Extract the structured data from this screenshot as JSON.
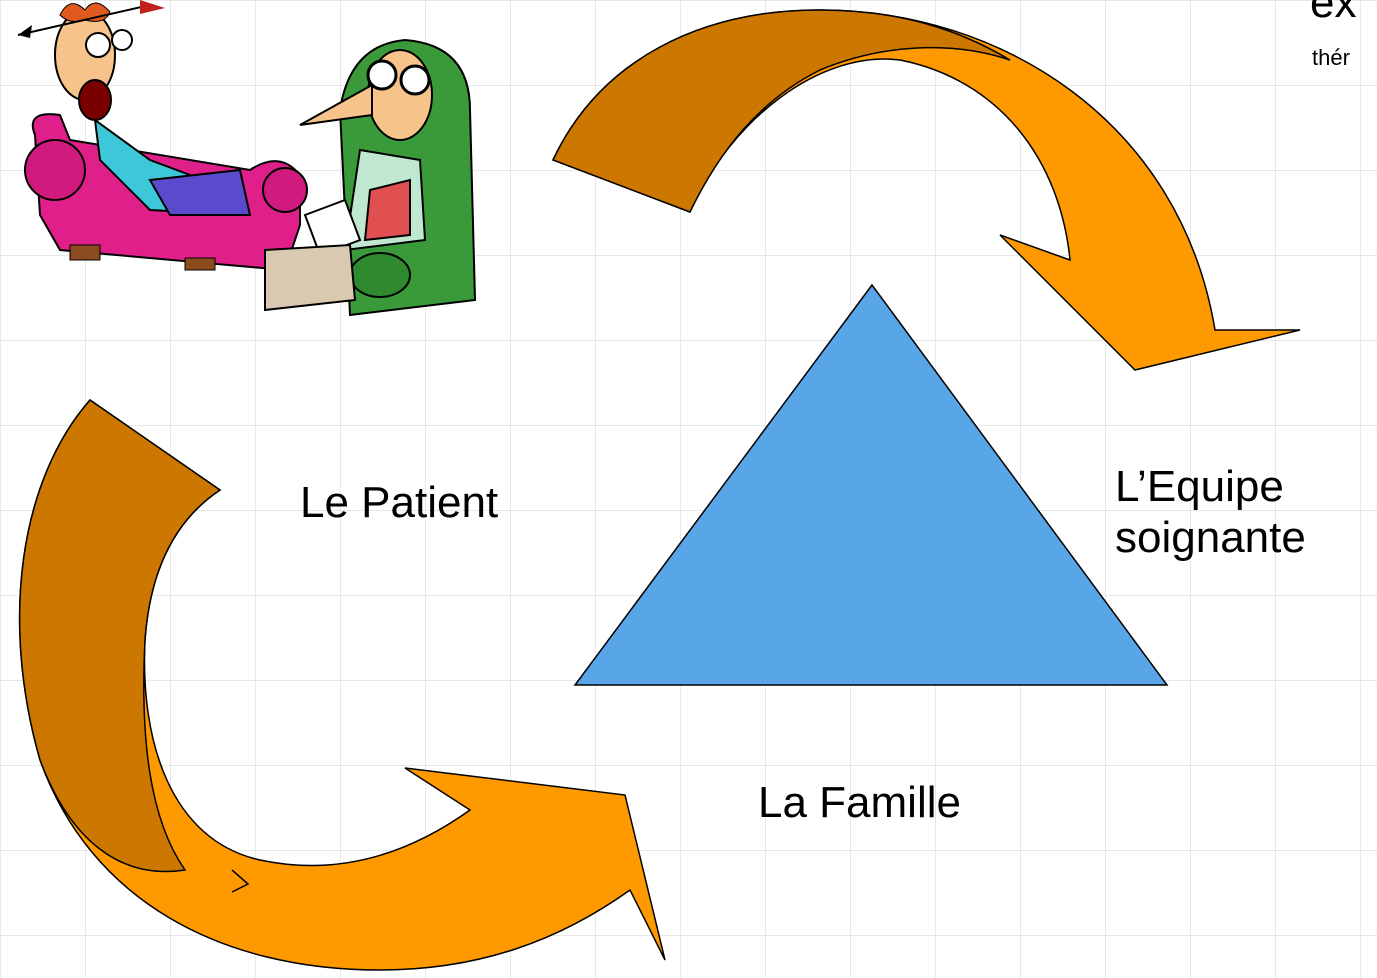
{
  "diagram": {
    "nodes": {
      "patient": "Le Patient",
      "famille": "La Famille",
      "equipe_line1": "L’Equipe",
      "equipe_line2": "soignante"
    },
    "top_right_fragments": {
      "line1": "ex",
      "line2": "thér"
    },
    "illustration": "cartoon-therapist-and-patient-on-couch",
    "colors": {
      "triangle": "#58a6e8",
      "arrow_light": "#ff9900",
      "arrow_dark": "#cc7700",
      "couch": "#e0208a",
      "armchair": "#3a9a3a"
    }
  }
}
